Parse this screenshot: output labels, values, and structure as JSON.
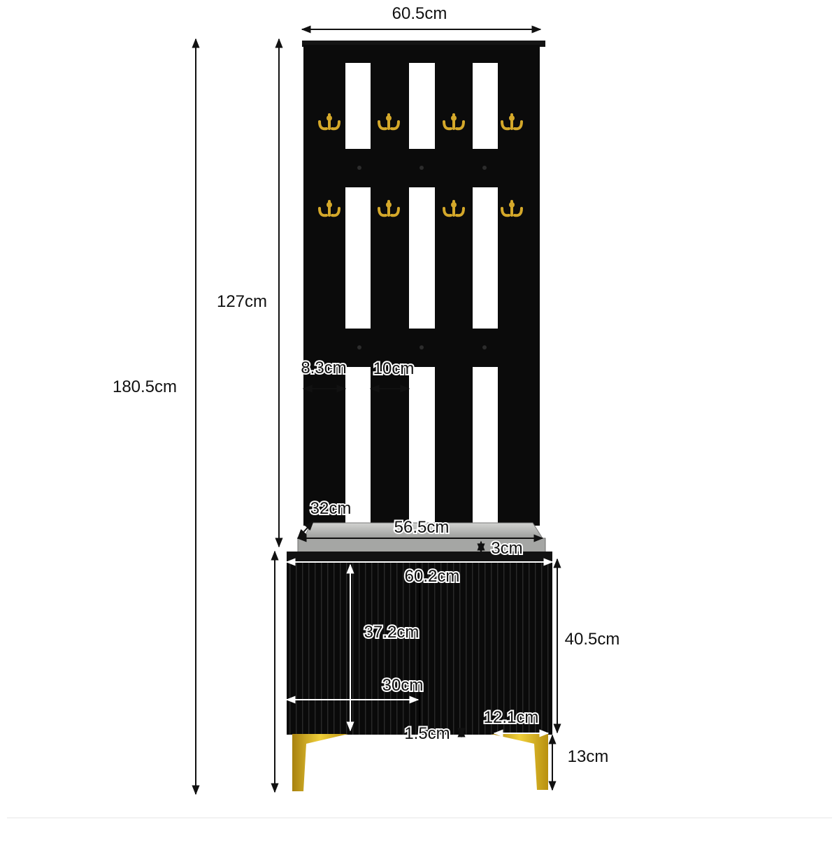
{
  "dimensions": {
    "rack_width": "60.5cm",
    "rack_height": "127cm",
    "total_height": "180.5cm",
    "side_panel_width": "8.3cm",
    "slat_width": "10cm",
    "cushion_depth": "32cm",
    "cushion_length": "56.5cm",
    "cushion_thickness": "3cm",
    "cabinet_width": "60.2cm",
    "cabinet_height": "40.5cm",
    "door_height": "37.2cm",
    "door_width": "30cm",
    "leg_offset": "12.1cm",
    "door_bottom_gap": "1.5cm",
    "leg_height": "13cm"
  },
  "colors": {
    "furniture": "#0b0b0b",
    "hooks": "#d4a82a",
    "legs": "#d9b21c",
    "cushion": "#b9bab8",
    "dimension_line": "#111111"
  }
}
